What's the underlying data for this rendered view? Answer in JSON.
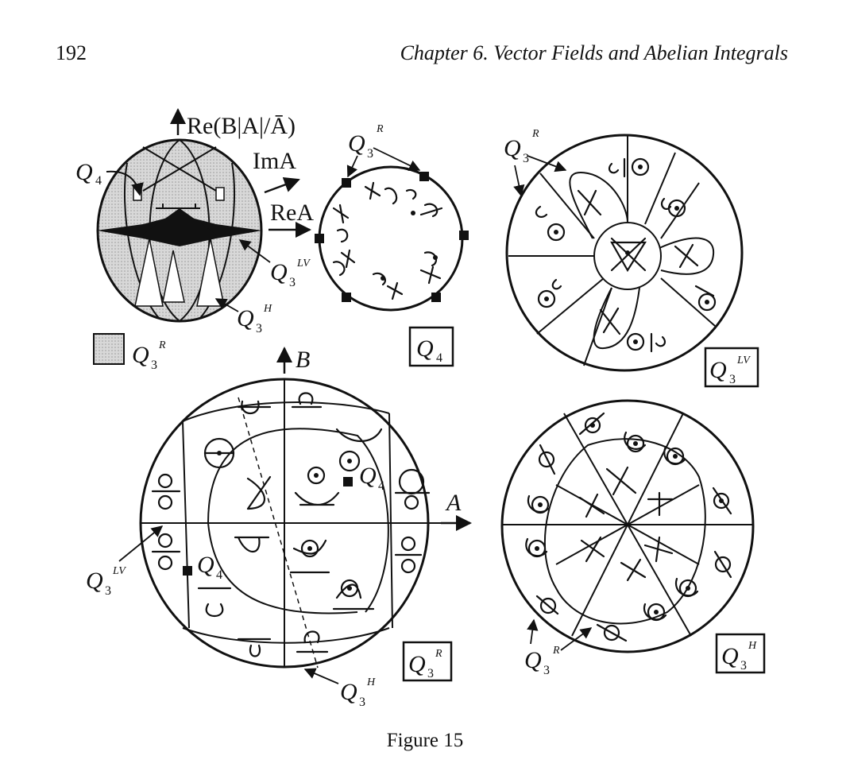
{
  "header": {
    "page_number": "192",
    "running_head": "Chapter 6.   Vector Fields and Abelian Integrals"
  },
  "figure": {
    "caption": "Figure 15",
    "sphere_panel": {
      "axis_vertical": "Re(B|A|/Ā)",
      "axis_diag": "ImA",
      "axis_horizontal": "ReA",
      "label_q4": "Q",
      "label_q4_sub": "4",
      "label_q3lv": "Q",
      "label_q3lv_sub": "3",
      "label_q3lv_sup": "LV",
      "label_q3h": "Q",
      "label_q3h_sub": "3",
      "label_q3h_sup": "H",
      "legend_label": "Q",
      "legend_sub": "3",
      "legend_sup": "R"
    },
    "q4_panel": {
      "label": "Q",
      "label_sub": "3",
      "label_sup": "R",
      "box": "Q",
      "box_sub": "4"
    },
    "q3lv_panel": {
      "label": "Q",
      "label_sub": "3",
      "label_sup": "R",
      "box": "Q",
      "box_sub": "3",
      "box_sup": "LV"
    },
    "q3r_panel": {
      "axis_b": "B",
      "axis_a": "A",
      "label_q4a": "Q",
      "label_q4a_sub": "4",
      "label_q4b": "Q",
      "label_q4b_sub": "4",
      "label_lv": "Q",
      "label_lv_sub": "3",
      "label_lv_sup": "LV",
      "label_h": "Q",
      "label_h_sub": "3",
      "label_h_sup": "H",
      "box": "Q",
      "box_sub": "3",
      "box_sup": "R"
    },
    "q3h_panel": {
      "label": "Q",
      "label_sub": "3",
      "label_sup": "R",
      "box": "Q",
      "box_sub": "3",
      "box_sup": "H"
    }
  }
}
